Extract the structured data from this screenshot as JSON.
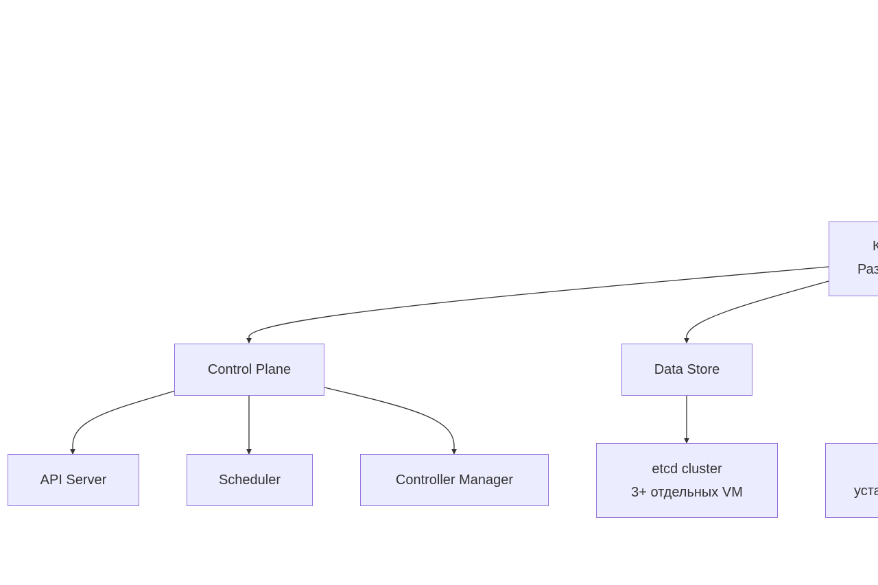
{
  "nodes": {
    "root": {
      "line1": "К",
      "line2": "Раз"
    },
    "control_plane": "Control Plane",
    "data_store": "Data Store",
    "api_server": "API Server",
    "scheduler": "Scheduler",
    "controller_manager": "Controller Manager",
    "etcd": {
      "line1": "etcd cluster",
      "line2": "3+ отдельных VM"
    },
    "right_bottom": {
      "line2": "уста"
    }
  },
  "colors": {
    "node_fill": "#ececff",
    "node_border": "#9370db",
    "edge": "#333333"
  }
}
